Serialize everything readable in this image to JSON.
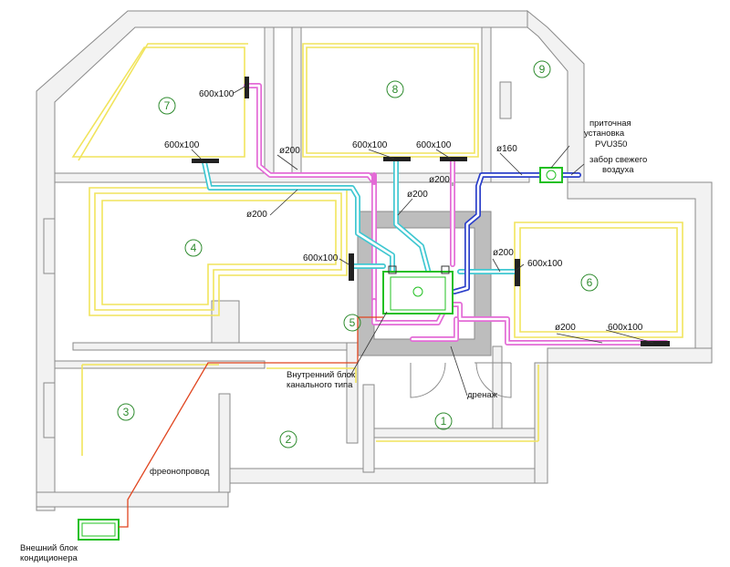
{
  "diagram": {
    "rooms": [
      "1",
      "2",
      "3",
      "4",
      "5",
      "6",
      "7",
      "8",
      "9"
    ],
    "labels": {
      "grille_600x100": "600x100",
      "d200": "ø200",
      "d160": "ø160",
      "supply_unit_line1": "приточная",
      "supply_unit_line2": "установка",
      "supply_unit_line3": "PVU350",
      "fresh_air_line1": "забор свежего",
      "fresh_air_line2": "воздуха",
      "indoor_unit_line1": "Внутренний блок",
      "indoor_unit_line2": "канального типа",
      "drain": "дренаж",
      "freon_line": "фреонопровод",
      "outdoor_unit_line1": "Внешний блок",
      "outdoor_unit_line2": "кондиционера"
    },
    "colors": {
      "supply_duct": "#e36ad6",
      "return_duct": "#3fc7d1",
      "fresh_air_duct": "#2b3fc9",
      "freon_pipe": "#e0451f",
      "ceiling_outline": "#f1e45c",
      "unit_green": "#22c022",
      "room_number": "#2e8b2e"
    }
  }
}
